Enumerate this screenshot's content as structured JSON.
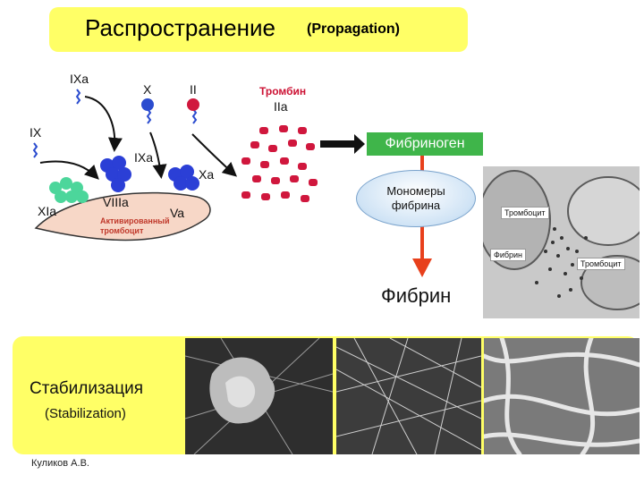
{
  "title": {
    "main": "Распространение",
    "sub": "(Propagation)"
  },
  "factors": {
    "ixa_top": "IXa",
    "x": "X",
    "ii": "II",
    "thrombin": "Тромбин",
    "iia": "IIa",
    "ix": "IX",
    "ixa_mid": "IXa",
    "xa": "Xa",
    "xia": "XIa",
    "viiia": "VIIIa",
    "va": "Va",
    "platelet_line1": "Активированный",
    "platelet_line2": "тромбоцит"
  },
  "fibrinogen": "Фибриноген",
  "monomer": {
    "line1": "Мономеры",
    "line2": "фибрина"
  },
  "fibrin": "Фибрин",
  "micrograph_labels": {
    "platelet_a": "Тромбоцит",
    "fibrin": "Фибрин",
    "platelet_b": "Тромбоцит"
  },
  "stabilization": {
    "ru": "Стабилизация",
    "en": "(Stabilization)"
  },
  "author": "Куликов А.В.",
  "colors": {
    "yellow": "#ffff66",
    "green": "#3fb54a",
    "thrombin_red": "#cc1133",
    "arrow_red": "#e8401c"
  }
}
